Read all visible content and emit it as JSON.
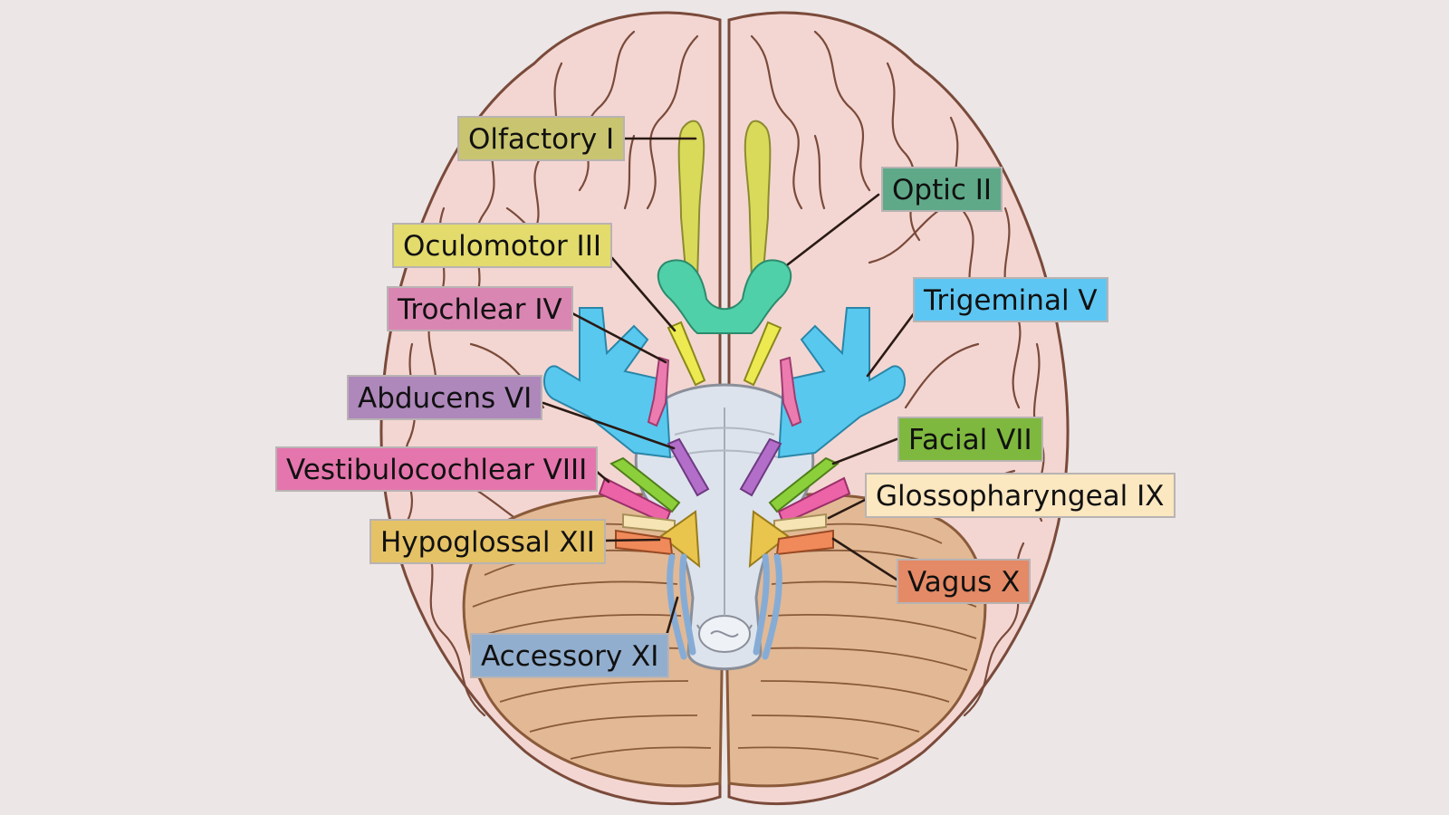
{
  "colors": {
    "background": "#ece6e6",
    "cerebrum": "#f3d6d2",
    "cerebrum_outline": "#7a4a3a",
    "cerebellum": "#e2b994",
    "brainstem": "#dde3ec",
    "olfactory": "#d9da5a",
    "optic": "#4fd0a8",
    "oculomotor": "#ecea50",
    "trochlear": "#ec7cb0",
    "trigeminal": "#58c8ef",
    "abducens": "#b26ec8",
    "facial": "#8bcf3a",
    "vestibulocochlear": "#ec63a8",
    "glossopharyngeal": "#f6e4b4",
    "vagus": "#f08a5a",
    "accessory": "#86acd6",
    "hypoglossal": "#e9c54e"
  },
  "nerves": [
    {
      "id": "olfactory",
      "text": "Olfactory I",
      "bg": "#c9c46f"
    },
    {
      "id": "optic",
      "text": "Optic II",
      "bg": "#5fa989"
    },
    {
      "id": "oculomotor",
      "text": "Oculomotor III",
      "bg": "#e3db6c"
    },
    {
      "id": "trochlear",
      "text": "Trochlear IV",
      "bg": "#da86b2"
    },
    {
      "id": "trigeminal",
      "text": "Trigeminal V",
      "bg": "#5ec6f2"
    },
    {
      "id": "abducens",
      "text": "Abducens VI",
      "bg": "#ae88bb"
    },
    {
      "id": "facial",
      "text": "Facial VII",
      "bg": "#7fb83e"
    },
    {
      "id": "vestibulocochlear",
      "text": "Vestibulocochlear VIII",
      "bg": "#e576ad"
    },
    {
      "id": "glossopharyngeal",
      "text": "Glossopharyngeal IX",
      "bg": "#fbe7c0"
    },
    {
      "id": "vagus",
      "text": "Vagus X",
      "bg": "#e48a66"
    },
    {
      "id": "hypoglossal",
      "text": "Hypoglossal XII",
      "bg": "#e5c266"
    },
    {
      "id": "accessory",
      "text": "Accessory XI",
      "bg": "#92aece"
    }
  ]
}
